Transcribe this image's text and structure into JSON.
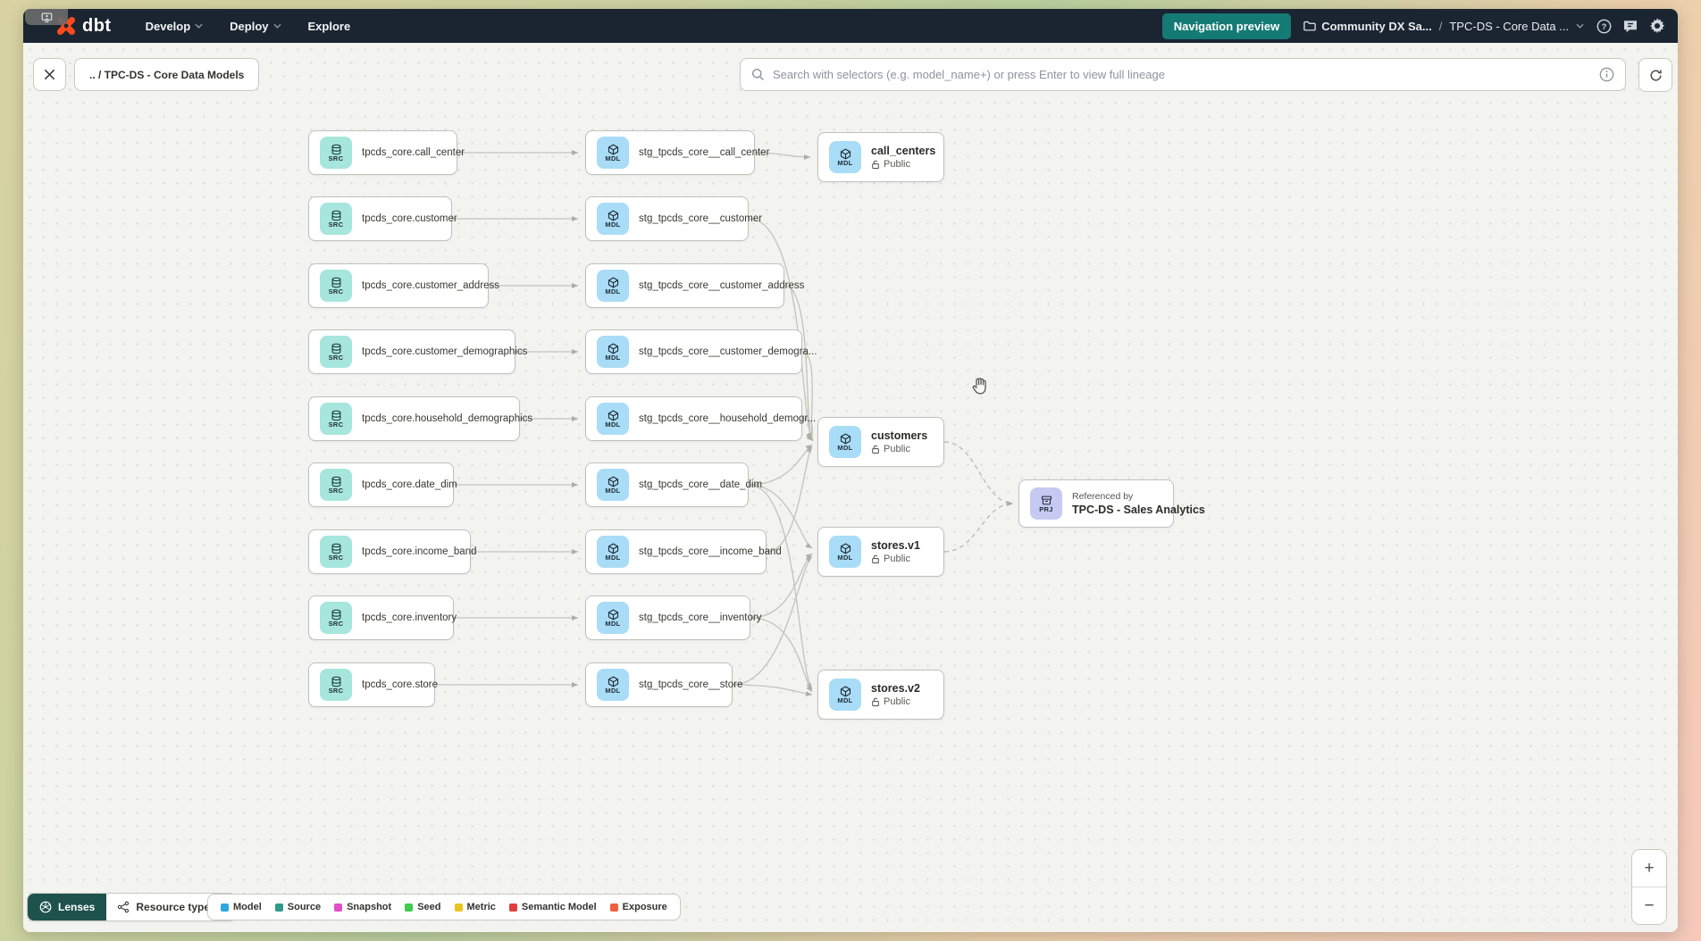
{
  "navbar": {
    "logo_text": "dbt",
    "nav": [
      {
        "label": "Develop"
      },
      {
        "label": "Deploy"
      },
      {
        "label": "Explore"
      }
    ],
    "preview_button": "Navigation preview",
    "breadcrumb": {
      "project": "Community DX Sa...",
      "separator": "/",
      "page": "TPC-DS - Core Data ..."
    }
  },
  "toolbar": {
    "breadcrumb_chip": ".. / TPC-DS - Core Data Models",
    "search_placeholder": "Search with selectors (e.g. model_name+) or press Enter to view full lineage"
  },
  "graph": {
    "src_badge": "SRC",
    "mdl_badge": "MDL",
    "prj_badge": "PRJ",
    "sources": [
      {
        "label": "tpcds_core.call_center"
      },
      {
        "label": "tpcds_core.customer"
      },
      {
        "label": "tpcds_core.customer_address"
      },
      {
        "label": "tpcds_core.customer_demographics"
      },
      {
        "label": "tpcds_core.household_demographics"
      },
      {
        "label": "tpcds_core.date_dim"
      },
      {
        "label": "tpcds_core.income_band"
      },
      {
        "label": "tpcds_core.inventory"
      },
      {
        "label": "tpcds_core.store"
      }
    ],
    "staging": [
      {
        "label": "stg_tpcds_core__call_center"
      },
      {
        "label": "stg_tpcds_core__customer"
      },
      {
        "label": "stg_tpcds_core__customer_address"
      },
      {
        "label": "stg_tpcds_core__customer_demogra..."
      },
      {
        "label": "stg_tpcds_core__household_demogr..."
      },
      {
        "label": "stg_tpcds_core__date_dim"
      },
      {
        "label": "stg_tpcds_core__income_band"
      },
      {
        "label": "stg_tpcds_core__inventory"
      },
      {
        "label": "stg_tpcds_core__store"
      }
    ],
    "models": [
      {
        "title": "call_centers",
        "access": "Public"
      },
      {
        "title": "customers",
        "access": "Public"
      },
      {
        "title": "stores.v1",
        "access": "Public"
      },
      {
        "title": "stores.v2",
        "access": "Public"
      }
    ],
    "project_node": {
      "caption": "Referenced by",
      "title": "TPC-DS - Sales Analytics"
    }
  },
  "footer": {
    "lenses_label": "Lenses",
    "resource_type_label": "Resource type",
    "legend": [
      {
        "label": "Model",
        "color": "#2da7e0"
      },
      {
        "label": "Source",
        "color": "#2f9a8a"
      },
      {
        "label": "Snapshot",
        "color": "#e14ec8"
      },
      {
        "label": "Seed",
        "color": "#3fcb4e"
      },
      {
        "label": "Metric",
        "color": "#eac41e"
      },
      {
        "label": "Semantic Model",
        "color": "#e23d3d"
      },
      {
        "label": "Exposure",
        "color": "#f05e3d"
      }
    ]
  },
  "zoom_controls": {
    "zoom_in": "+",
    "zoom_out": "−"
  }
}
